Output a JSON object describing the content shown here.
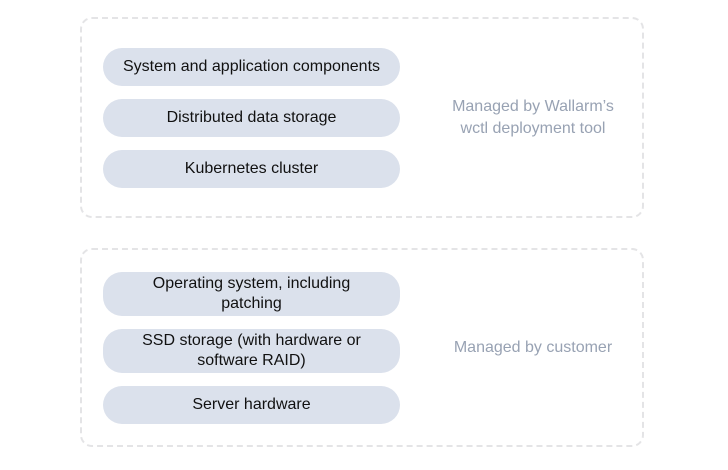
{
  "colors": {
    "page_background": "#ffffff",
    "pill_background": "#dbe1ec",
    "pill_text": "#111111",
    "label_text": "#98a2b3",
    "dashed_border": "#e4e4e6"
  },
  "groups": [
    {
      "id": "wallarm-managed",
      "label_lines": [
        "Managed by Wallarm’s",
        "wctl deployment tool"
      ],
      "items": [
        [
          "System and application components"
        ],
        [
          "Distributed data storage"
        ],
        [
          "Kubernetes cluster"
        ]
      ]
    },
    {
      "id": "customer-managed",
      "label_lines": [
        "Managed by customer"
      ],
      "items": [
        [
          "Operating system, including",
          "patching"
        ],
        [
          "SSD storage (with hardware or",
          "software RAID)"
        ],
        [
          "Server hardware"
        ]
      ]
    }
  ]
}
